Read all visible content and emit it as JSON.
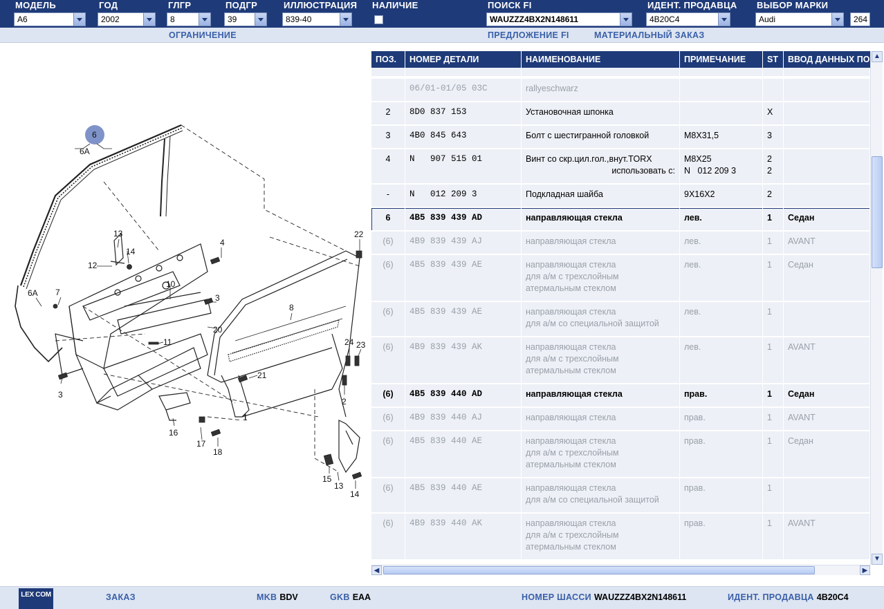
{
  "filters": {
    "model": {
      "label": "МОДЕЛЬ",
      "value": "A6"
    },
    "year": {
      "label": "ГОД",
      "value": "2002"
    },
    "main_group": {
      "label": "ГЛГР",
      "value": "8"
    },
    "sub_group": {
      "label": "ПОДГР",
      "value": "39"
    },
    "illustration": {
      "label": "ИЛЛЮСТРАЦИЯ",
      "value": "839-40"
    },
    "availability": {
      "label": "НАЛИЧИЕ"
    },
    "fi_search": {
      "label": "ПОИСК FI",
      "value": "WAUZZZ4BX2N148611"
    },
    "dealer_id": {
      "label": "ИДЕНТ. ПРОДАВЦА",
      "value": "4B20C4"
    },
    "brand": {
      "label": "ВЫБОР МАРКИ",
      "value": "Audi",
      "extra": "264"
    }
  },
  "sublinks": {
    "restriction": "ОГРАНИЧЕНИЕ",
    "fi_offer": "ПРЕДЛОЖЕНИЕ FI",
    "material_order": "МАТЕРИАЛЬНЫЙ ЗАКАЗ"
  },
  "table": {
    "columns": [
      "ПОЗ.",
      "НОМЕР ДЕТАЛИ",
      "НАИМЕНОВАНИЕ",
      "ПРИМЕЧАНИЕ",
      "ST",
      "ВВОД ДАННЫХ ПО"
    ],
    "rows": [
      {
        "pos": "",
        "part": "06/01-01/05 03C",
        "name": "rallyeschwarz",
        "note": "",
        "st": "",
        "data": "",
        "style": "grey"
      },
      {
        "pos": "2",
        "part": "8D0 837 153",
        "name": "Установочная шпонка",
        "note": "",
        "st": "X",
        "data": "",
        "style": "normal"
      },
      {
        "pos": "3",
        "part": "4B0 845 643",
        "name": "Болт с шестигранной головкой",
        "note": "M8X31,5",
        "st": "3",
        "data": "",
        "style": "normal"
      },
      {
        "pos": "4",
        "part": "N   907 515 01",
        "name": "Винт со скр.цил.гол.,внут.TORX",
        "name2": "использовать с:",
        "note": "M8X25",
        "note2": "N   012 209 3",
        "st": "2",
        "st2": "2",
        "data": "",
        "style": "normal"
      },
      {
        "pos": "-",
        "part": "N   012 209 3",
        "name": "Подкладная шайба",
        "note": "9X16X2",
        "st": "2",
        "data": "",
        "style": "normal"
      },
      {
        "pos": "6",
        "part": "4B5 839 439 AD",
        "name": "направляющая стекла",
        "note": "лев.",
        "st": "1",
        "data": "Седан",
        "style": "bold",
        "selected": true
      },
      {
        "pos": "(6)",
        "part": "4B9 839 439 AJ",
        "name": "направляющая стекла",
        "note": "лев.",
        "st": "1",
        "data": "AVANT",
        "style": "grey"
      },
      {
        "pos": "(6)",
        "part": "4B5 839 439 AE",
        "name": "направляющая стекла",
        "name2": "для а/м с трехслойным",
        "name3": "атермальным стеклом",
        "note": "лев.",
        "st": "1",
        "data": "Седан",
        "style": "grey"
      },
      {
        "pos": "(6)",
        "part": "4B5 839 439 AE",
        "name": "направляющая стекла",
        "name2": "для а/м со специальной защитой",
        "note": "лев.",
        "st": "1",
        "data": "",
        "style": "grey"
      },
      {
        "pos": "(6)",
        "part": "4B9 839 439 AK",
        "name": "направляющая стекла",
        "name2": "для а/м с трехслойным",
        "name3": "атермальным стеклом",
        "note": "лев.",
        "st": "1",
        "data": "AVANT",
        "style": "grey"
      },
      {
        "pos": "(6)",
        "part": "4B5 839 440 AD",
        "name": "направляющая стекла",
        "note": "прав.",
        "st": "1",
        "data": "Седан",
        "style": "bold"
      },
      {
        "pos": "(6)",
        "part": "4B9 839 440 AJ",
        "name": "направляющая стекла",
        "note": "прав.",
        "st": "1",
        "data": "AVANT",
        "style": "grey"
      },
      {
        "pos": "(6)",
        "part": "4B5 839 440 AE",
        "name": "направляющая стекла",
        "name2": "для а/м с трехслойным",
        "name3": "атермальным стеклом",
        "note": "прав.",
        "st": "1",
        "data": "Седан",
        "style": "grey"
      },
      {
        "pos": "(6)",
        "part": "4B5 839 440 AE",
        "name": "направляющая стекла",
        "name2": "для а/м со специальной защитой",
        "note": "прав.",
        "st": "1",
        "data": "",
        "style": "grey"
      },
      {
        "pos": "(6)",
        "part": "4B9 839 440 AK",
        "name": "направляющая стекла",
        "name2": "для а/м с трехслойным",
        "name3": "атермальным стеклом",
        "note": "прав.",
        "st": "1",
        "data": "AVANT",
        "style": "grey"
      }
    ]
  },
  "diagram": {
    "callouts": [
      "6",
      "6A",
      "6A",
      "13",
      "14",
      "12",
      "4",
      "10",
      "7",
      "3",
      "20",
      "11",
      "8",
      "22",
      "24",
      "23",
      "21",
      "2",
      "3",
      "1",
      "16",
      "17",
      "18",
      "15",
      "13",
      "14"
    ],
    "highlight": "6"
  },
  "bottom": {
    "logo": "LEX COM",
    "order": "ЗАКАЗ",
    "mkb_label": "MKB",
    "mkb_value": "BDV",
    "gkb_label": "GKB",
    "gkb_value": "EAA",
    "chassis_label": "НОМЕР ШАССИ",
    "chassis_value": "WAUZZZ4BX2N148611",
    "dealer_label": "ИДЕНТ. ПРОДАВЦА",
    "dealer_value": "4B20C4"
  }
}
